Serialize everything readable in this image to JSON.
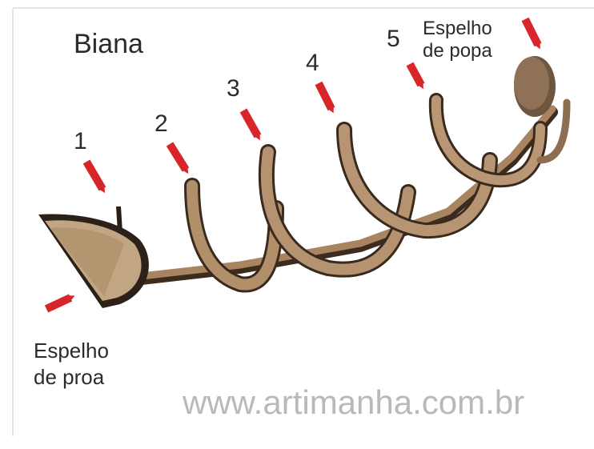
{
  "title": "Biana",
  "frames": [
    {
      "number": "1"
    },
    {
      "number": "2"
    },
    {
      "number": "3"
    },
    {
      "number": "4"
    },
    {
      "number": "5"
    }
  ],
  "stern_label": {
    "line1": "Espelho",
    "line2": "de popa"
  },
  "bow_label": {
    "line1": "Espelho",
    "line2": "de proa"
  },
  "website": "www.artimanha.com.br",
  "colors": {
    "arrow": "#d6262a",
    "wood": "#b08e68",
    "wood_dark": "#4a3626",
    "text": "#2b2b2b",
    "watermark": "#b9b9b9"
  }
}
